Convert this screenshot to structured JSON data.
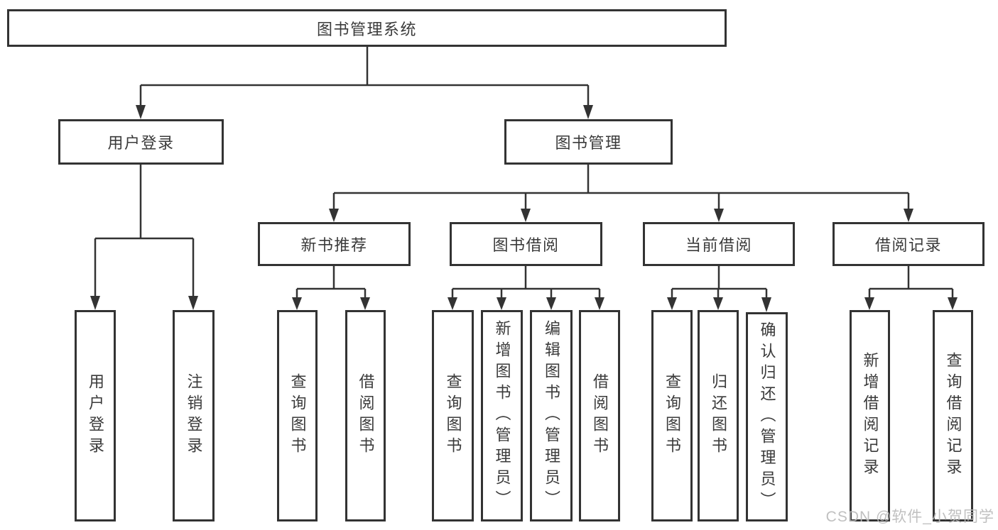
{
  "title": "图书管理系统",
  "watermark": "CSDN @软件_小贺同学",
  "colors": {
    "line": "#333333",
    "box_border": "#333333",
    "text": "#3a3a3a",
    "background": "#ffffff",
    "watermark": "#b9b9b9"
  },
  "tree": {
    "root": "图书管理系统",
    "branches": [
      {
        "label": "用户登录",
        "children": [
          "用户登录",
          "注销登录"
        ]
      },
      {
        "label": "图书管理",
        "groups": [
          {
            "label": "新书推荐",
            "children": [
              "查询图书",
              "借阅图书"
            ]
          },
          {
            "label": "图书借阅",
            "children": [
              "查询图书",
              "新增图书（管理员）",
              "编辑图书（管理员）",
              "借阅图书"
            ]
          },
          {
            "label": "当前借阅",
            "children": [
              "查询图书",
              "归还图书",
              "确认归还（管理员）"
            ]
          },
          {
            "label": "借阅记录",
            "children": [
              "新增借阅记录",
              "查询借阅记录"
            ]
          }
        ]
      }
    ]
  }
}
